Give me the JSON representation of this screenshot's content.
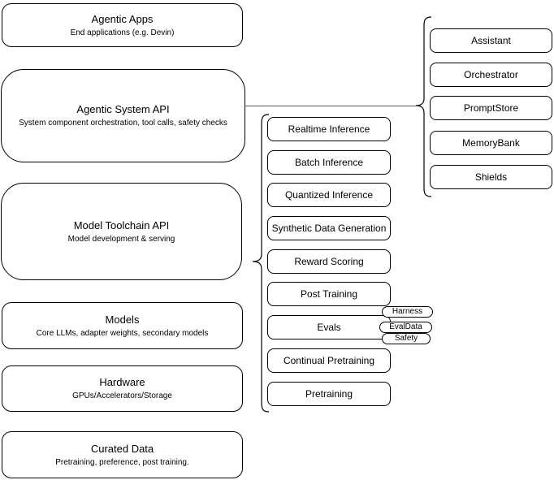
{
  "stack": {
    "layers": [
      {
        "title": "Agentic Apps",
        "subtitle": "End applications (e.g. Devin)"
      },
      {
        "title": "Agentic System API",
        "subtitle": "System component orchestration, tool calls, safety checks"
      },
      {
        "title": "Model Toolchain API",
        "subtitle": "Model development & serving"
      },
      {
        "title": "Models",
        "subtitle": "Core LLMs, adapter weights, secondary models"
      },
      {
        "title": "Hardware",
        "subtitle": "GPUs/Accelerators/Storage"
      },
      {
        "title": "Curated Data",
        "subtitle": "Pretraining, preference, post training."
      }
    ]
  },
  "toolchain": {
    "items": [
      "Realtime Inference",
      "Batch Inference",
      "Quantized Inference",
      "Synthetic Data Generation",
      "Reward Scoring",
      "Post Training",
      "Evals",
      "Continual Pretraining",
      "Pretraining"
    ],
    "eval_tags": [
      "Harness",
      "EvalData",
      "Safety"
    ]
  },
  "system_components": {
    "items": [
      "Assistant",
      "Orchestrator",
      "PromptStore",
      "MemoryBank",
      "Shields"
    ]
  },
  "colors": {
    "box_fill": "#ffffff",
    "box_border": "#000000",
    "text": "#000000",
    "connector": "#595959",
    "background": "#ffffff"
  }
}
